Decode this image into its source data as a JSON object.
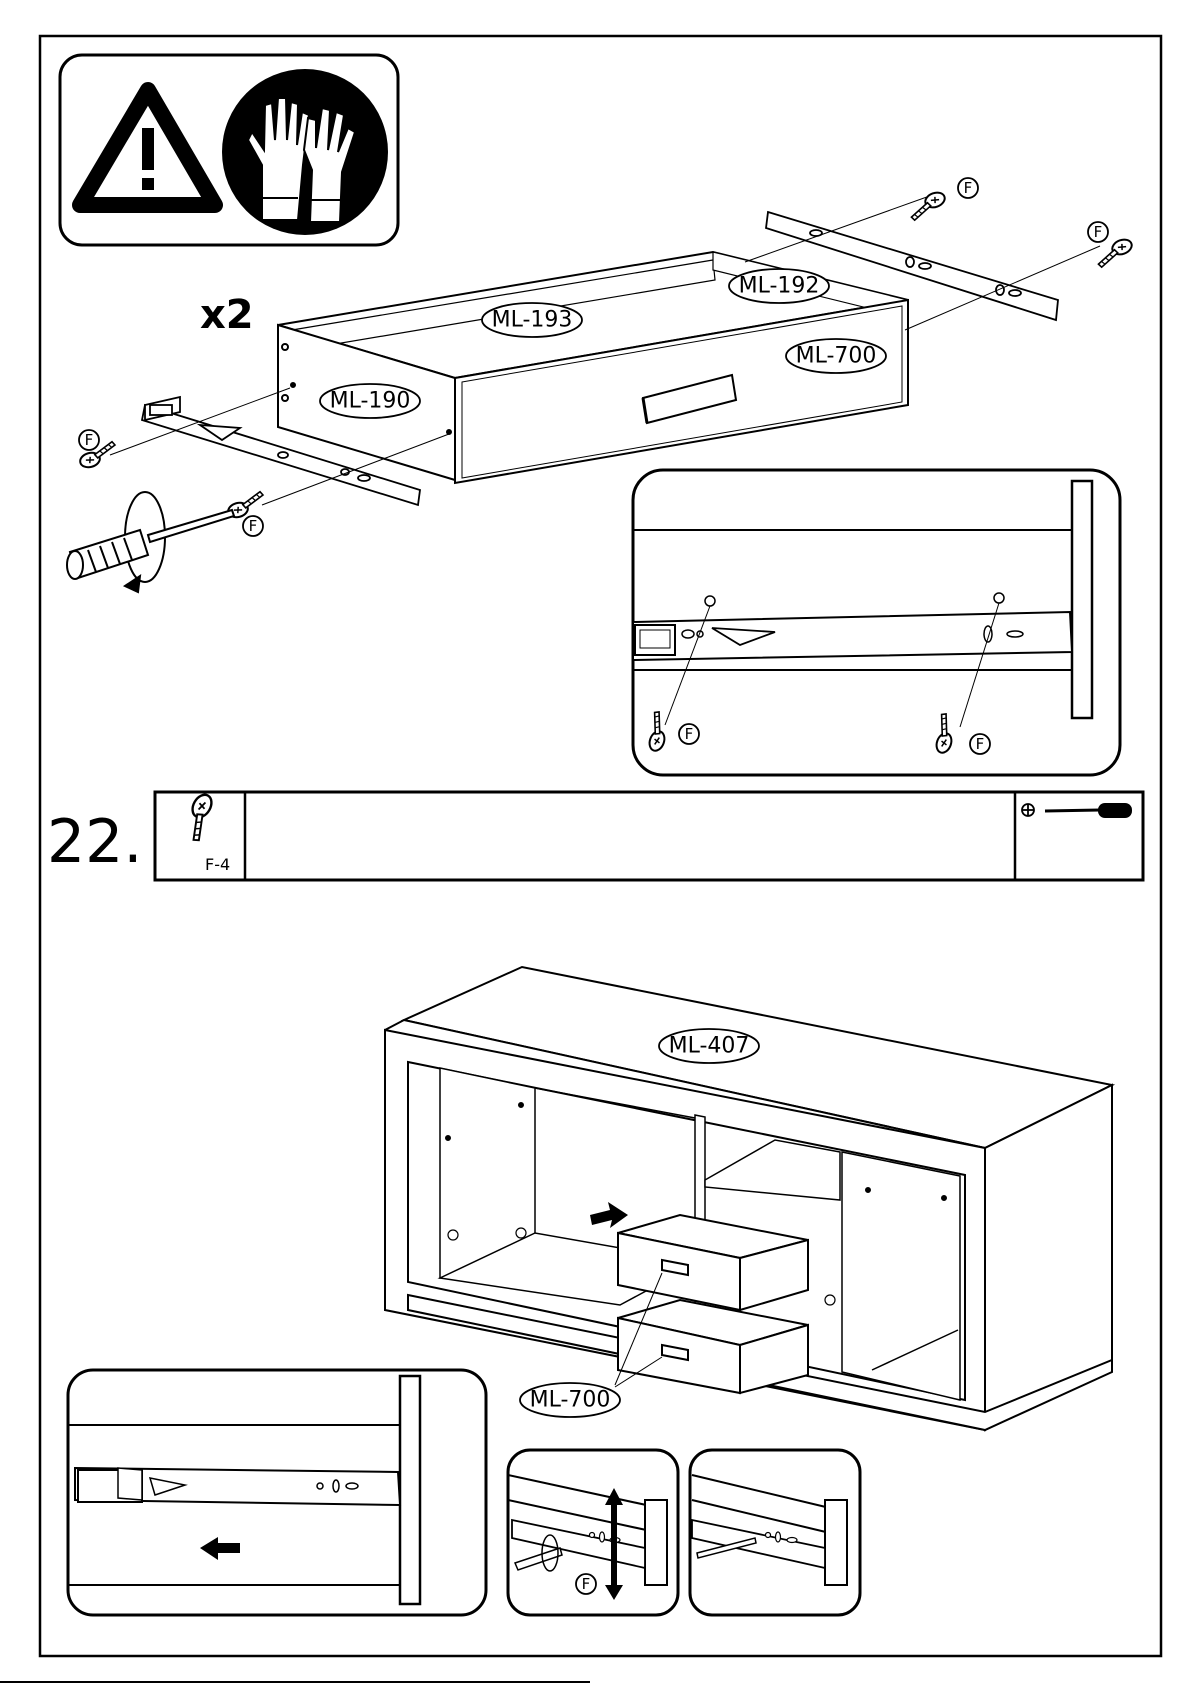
{
  "step": {
    "number": "22.",
    "fitting_code": "F-4"
  },
  "drawer_assembly": {
    "multiplier": "x2",
    "parts": {
      "back": "ML-193",
      "left_side": "ML-190",
      "right_side": "ML-192",
      "front": "ML-700"
    },
    "screw_letter": "F"
  },
  "cabinet": {
    "part": "ML-407",
    "drawer_part": "ML-700"
  },
  "icons": [
    "warning-icon",
    "gloves-icon",
    "screw-icon",
    "screwdriver-icon",
    "phillips-icon",
    "arrow-left-icon",
    "arrow-updown-icon"
  ]
}
